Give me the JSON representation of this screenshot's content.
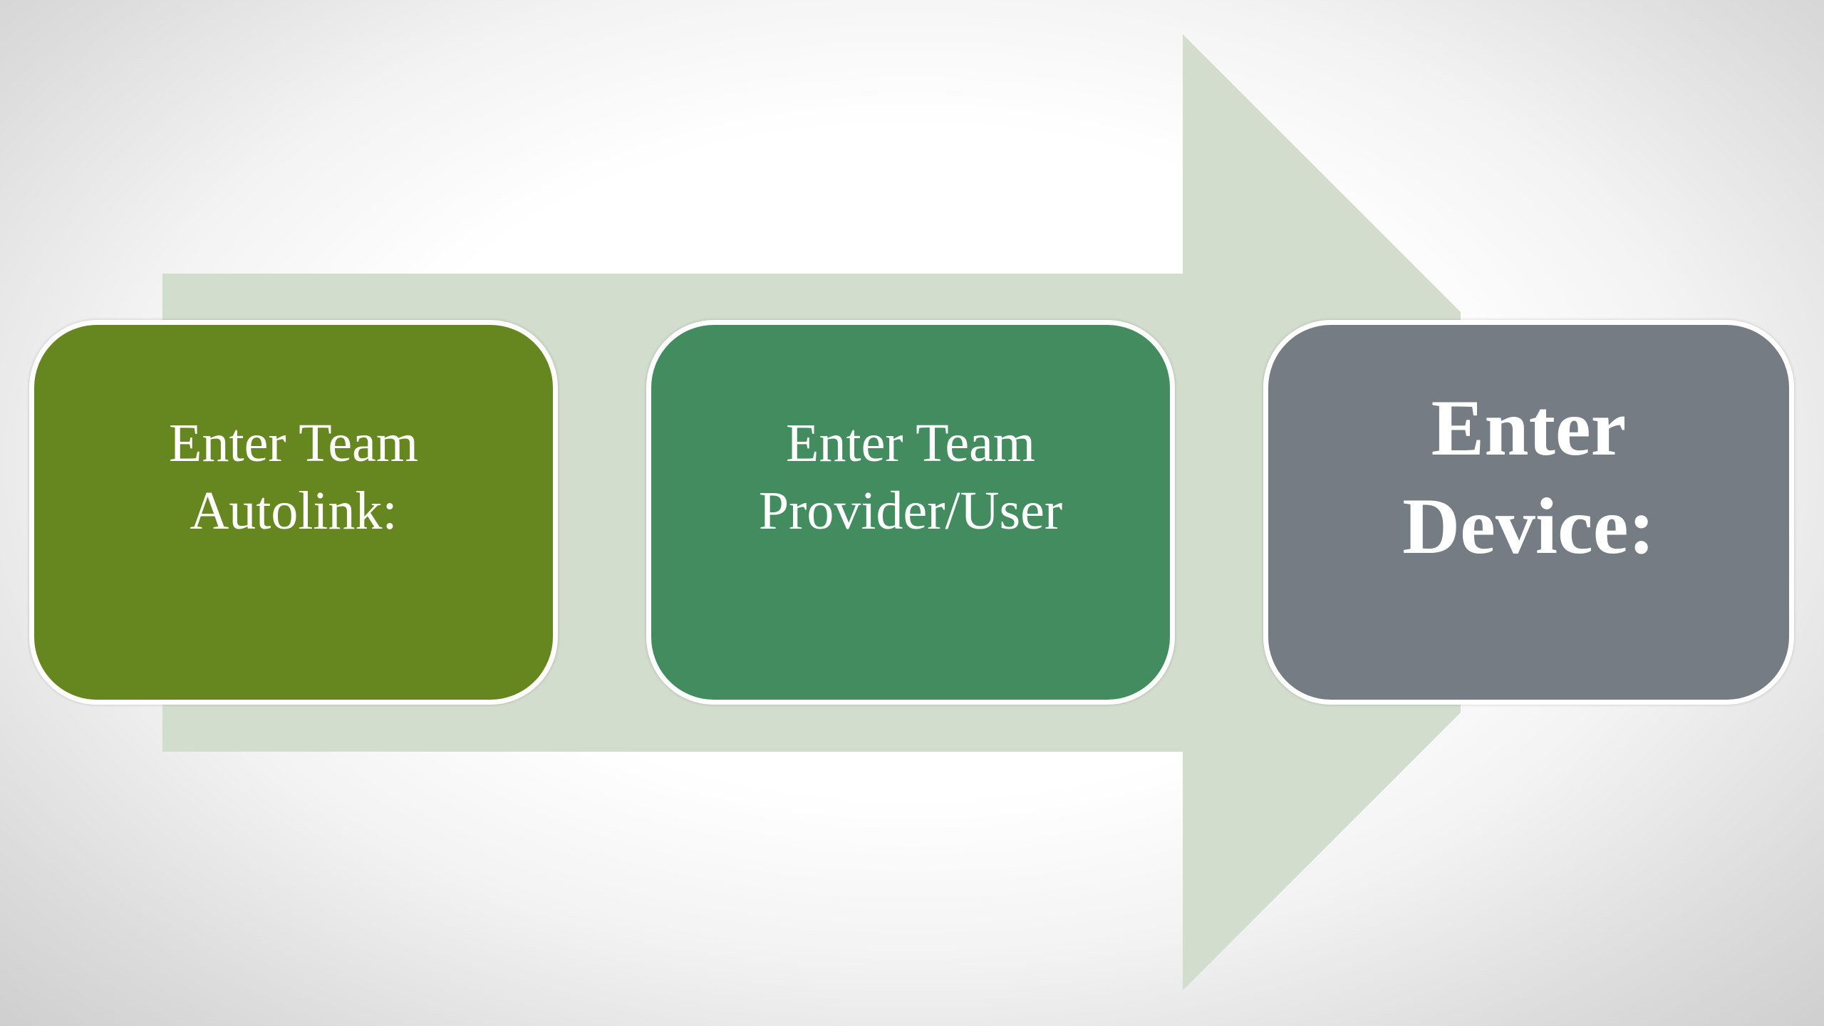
{
  "diagram": {
    "arrow_color": "#d3ddcd",
    "steps": [
      {
        "label": "Enter Team\nAutolink:",
        "color": "#66871f",
        "emphasis": "normal"
      },
      {
        "label": "Enter Team\nProvider/User",
        "color": "#438c5f",
        "emphasis": "normal"
      },
      {
        "label": "Enter\nDevice:",
        "color": "#767c83",
        "emphasis": "bold"
      }
    ]
  }
}
